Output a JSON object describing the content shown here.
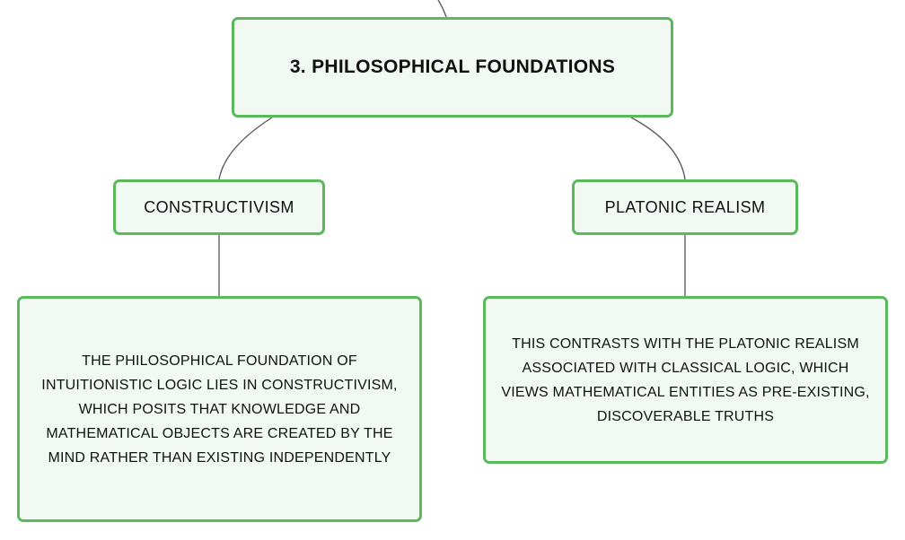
{
  "diagram": {
    "root": {
      "label": "3. PHILOSOPHICAL FOUNDATIONS"
    },
    "branches": [
      {
        "label": "CONSTRUCTIVISM",
        "detail": "THE PHILOSOPHICAL FOUNDATION OF INTUITIONISTIC LOGIC LIES IN CONSTRUCTIVISM, WHICH POSITS THAT KNOWLEDGE AND MATHEMATICAL OBJECTS ARE CREATED BY THE MIND RATHER THAN EXISTING INDEPENDENTLY"
      },
      {
        "label": "PLATONIC REALISM",
        "detail": "THIS CONTRASTS WITH THE PLATONIC REALISM ASSOCIATED WITH CLASSICAL LOGIC, WHICH VIEWS MATHEMATICAL ENTITIES AS PRE-EXISTING, DISCOVERABLE TRUTHS"
      }
    ]
  },
  "colors": {
    "node_border": "#5cb85c",
    "node_fill": "#f2f9f2",
    "connector": "#555555",
    "text": "#111111"
  }
}
